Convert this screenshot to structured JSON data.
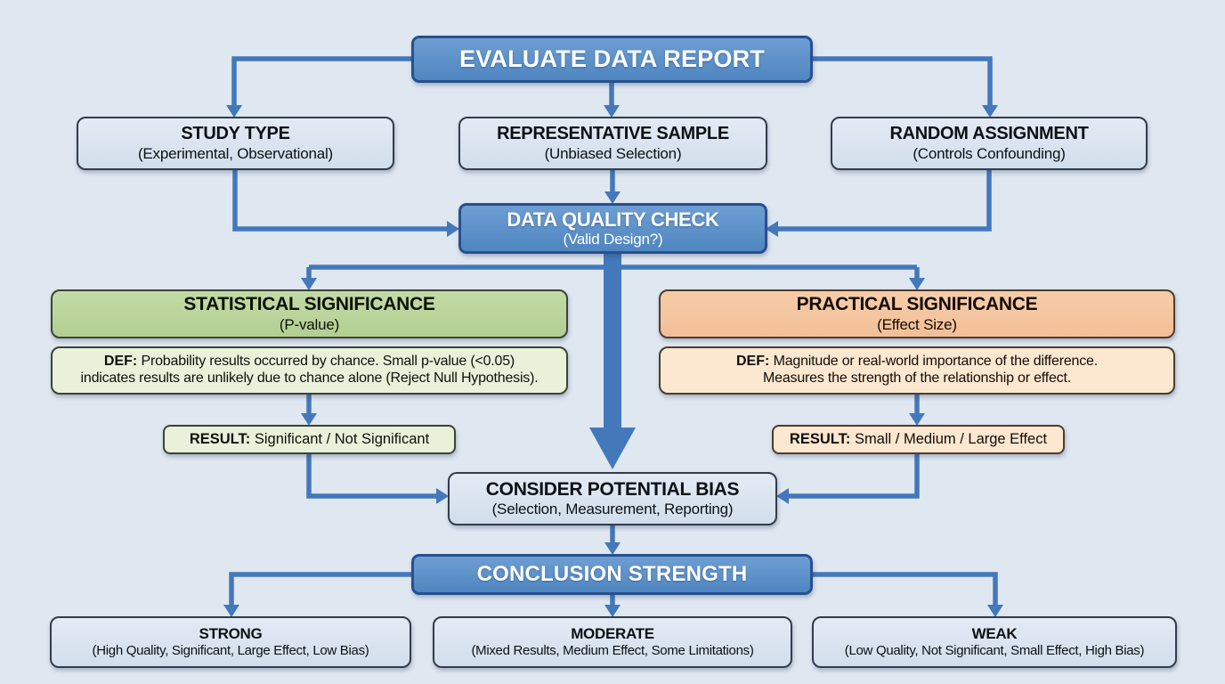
{
  "colors": {
    "background": "#dfe7f1",
    "primary_node": "#5a8ec6",
    "primary_border": "#27508f",
    "light_node": "#d9e3ef",
    "green_node": "#b9d49c",
    "light_green_node": "#eaf1db",
    "orange_node": "#f4c6a0",
    "light_orange_node": "#fce7d0",
    "arrow": "#4378bb"
  },
  "nodes": {
    "root": {
      "title": "EVALUATE DATA REPORT"
    },
    "study_type": {
      "title": "STUDY TYPE",
      "subtitle": "(Experimental, Observational)"
    },
    "representative_sample": {
      "title": "REPRESENTATIVE SAMPLE",
      "subtitle": "(Unbiased Selection)"
    },
    "random_assignment": {
      "title": "RANDOM ASSIGNMENT",
      "subtitle": "(Controls Confounding)"
    },
    "data_quality_check": {
      "title": "DATA QUALITY CHECK",
      "subtitle": "(Valid Design?)"
    },
    "statistical": {
      "title": "STATISTICAL SIGNIFICANCE",
      "subtitle": "(P-value)",
      "def_label": "DEF:",
      "def_text": " Probability results occurred by chance. Small p-value (<0.05)\nindicates results are unlikely due to chance alone (Reject Null Hypothesis).",
      "result_label": "RESULT:",
      "result_text": " Significant / Not Significant"
    },
    "practical": {
      "title": "PRACTICAL SIGNIFICANCE",
      "subtitle": "(Effect Size)",
      "def_label": "DEF:",
      "def_text": " Magnitude or real-world importance of the difference.\nMeasures the strength of the relationship or effect.",
      "result_label": "RESULT:",
      "result_text": " Small / Medium / Large Effect"
    },
    "bias": {
      "title": "CONSIDER POTENTIAL BIAS",
      "subtitle": "(Selection, Measurement, Reporting)"
    },
    "conclusion": {
      "title": "CONCLUSION STRENGTH"
    },
    "strong": {
      "title": "STRONG",
      "subtitle": "(High Quality, Significant, Large Effect, Low Bias)"
    },
    "moderate": {
      "title": "MODERATE",
      "subtitle": "(Mixed Results, Medium Effect, Some Limitations)"
    },
    "weak": {
      "title": "WEAK",
      "subtitle": "(Low Quality, Not Significant, Small Effect, High Bias)"
    }
  }
}
